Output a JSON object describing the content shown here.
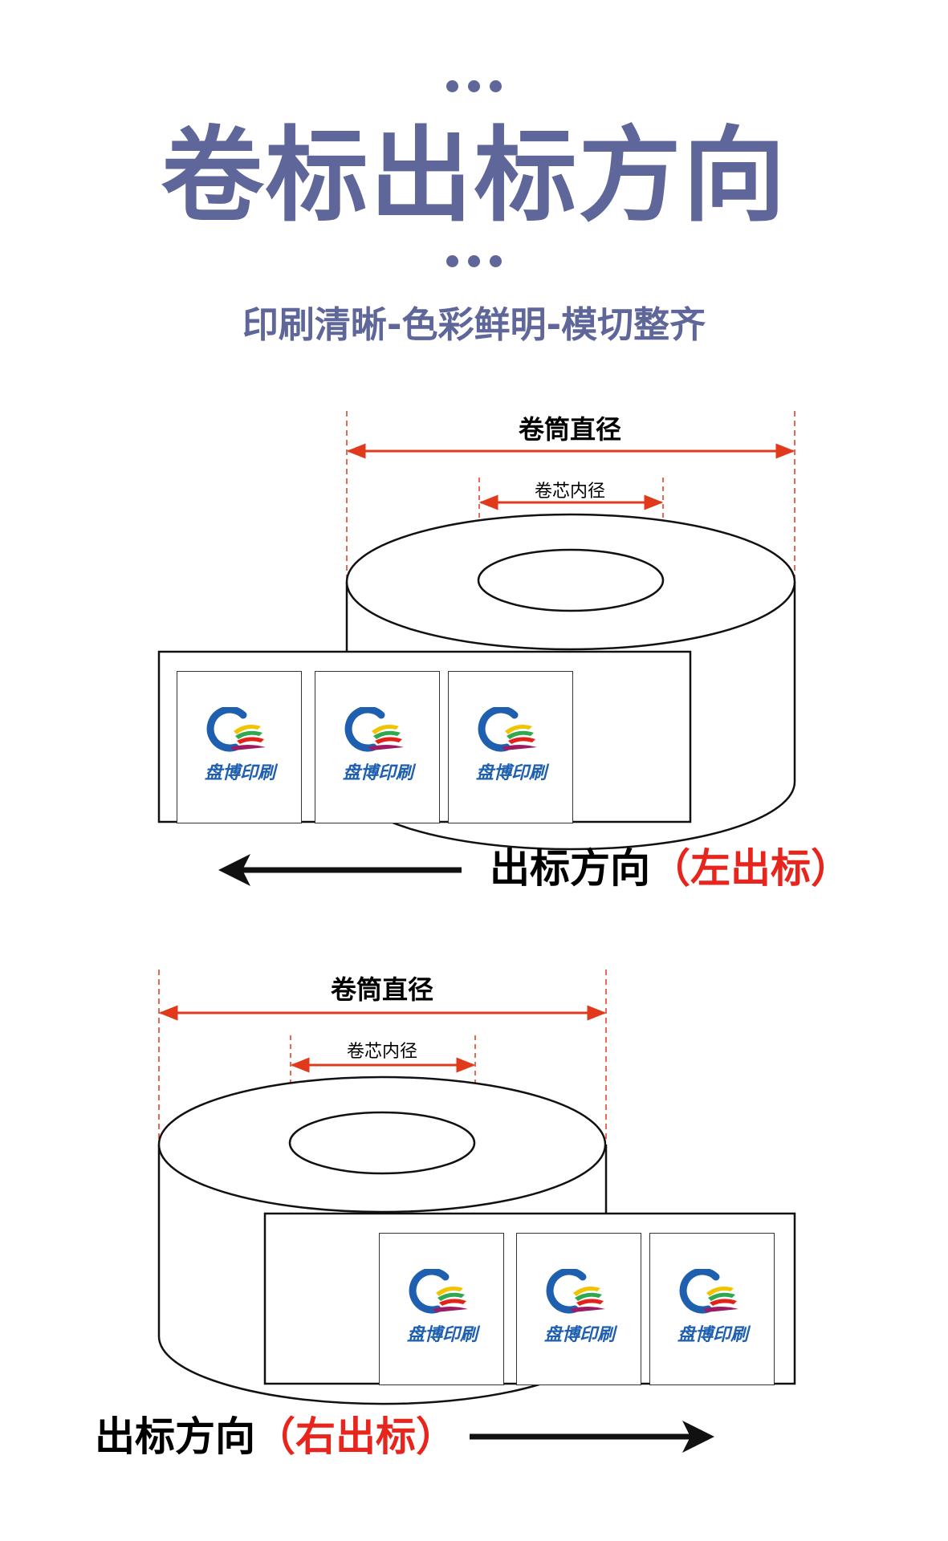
{
  "header": {
    "title": "卷标出标方向",
    "subtitle": "印刷清晰-色彩鲜明-模切整齐"
  },
  "brand": {
    "logo_text": "盘博印刷"
  },
  "colors": {
    "accent": "#5f6699",
    "dimension_line": "#e0391c",
    "direction_note": "#e8251d",
    "logo_blue": "#1e5fb0"
  },
  "diagrams": [
    {
      "roll_diameter_label": "卷筒直径",
      "core_diameter_label": "卷芯内径",
      "direction_label": "出标方向",
      "direction_note": "（左出标）",
      "arrow_direction": "left"
    },
    {
      "roll_diameter_label": "卷筒直径",
      "core_diameter_label": "卷芯内径",
      "direction_label": "出标方向",
      "direction_note": "（右出标）",
      "arrow_direction": "right"
    }
  ]
}
